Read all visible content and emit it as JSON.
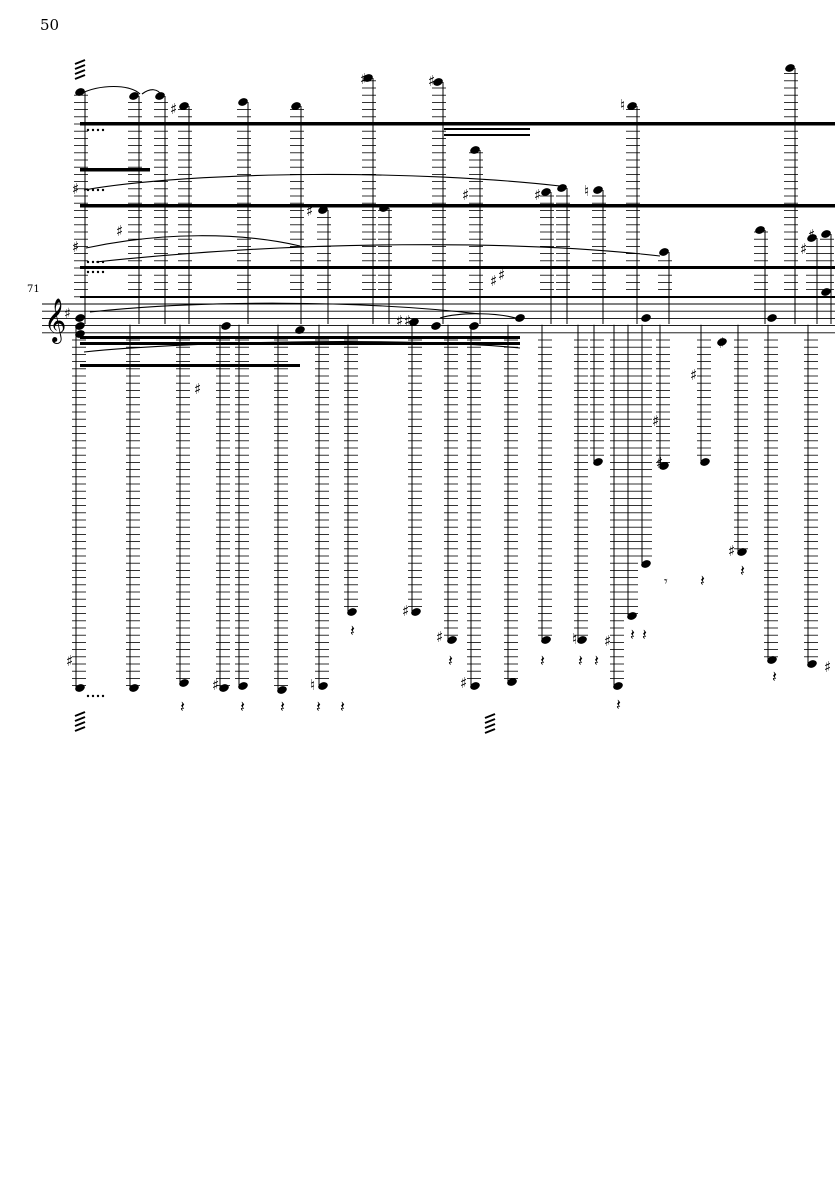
{
  "page": {
    "page_number": "50",
    "measure_number": "71",
    "background": "#ffffff",
    "ink": "#000000"
  },
  "score": {
    "staff": {
      "clef": "treble-clef-icon",
      "key_signature": "one-sharp",
      "lines": 5
    },
    "system_count": 1,
    "notation_style": "extreme-register notes with many ledger lines, beamed groups, accidentals (sharps, naturals) and rests"
  }
}
